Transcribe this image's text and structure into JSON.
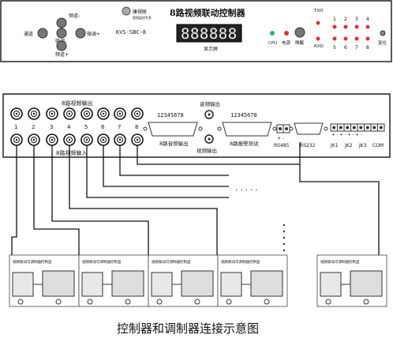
{
  "front_panel": {
    "title": "8路视频联动控制器",
    "model": "KVS-SBC-8",
    "brand": "康視联",
    "brand_sub": "视频监控专家",
    "display_value": "888888",
    "display_label": "显示屏",
    "buttons": {
      "up": "频道-",
      "left": "通道",
      "center": "微调-",
      "right": "微调+",
      "down": "频道+"
    },
    "led_cpu_label": "CPU",
    "power_label": "电源",
    "wake_label": "唤醒",
    "txd_label": "TXD",
    "rxd_label": "RXD",
    "channel_numbers_top": [
      "1",
      "2",
      "3",
      "4"
    ],
    "channel_numbers_bottom": [
      "5",
      "6",
      "7",
      "8"
    ],
    "reset_label": "复位"
  },
  "rear_panel": {
    "video_out_label": "8路视频输出",
    "video_in_label": "8路视频输入",
    "port_numbers": [
      "1",
      "2",
      "3",
      "4",
      "5",
      "6",
      "7",
      "8"
    ],
    "audio_out_top_label": "音频输出",
    "audio_in_db_digits": "12345678",
    "audio_in_db_label": "8路音频输出",
    "video_out2_label": "视频输出",
    "alarm_db_digits": "12345678",
    "alarm_db_label": "8路报警测试",
    "rs485_label": "RS485",
    "rs485_polarity": "+ -",
    "rs232_label": "RS232",
    "relay_labels": [
      "JK1",
      "JK2",
      "JK3",
      "COM"
    ],
    "relay_polarity": "+ - + - + - + -"
  },
  "modulators": [
    {
      "title": "视频联动可调制器控制盒"
    },
    {
      "title": "视频联动可调制器控制盒"
    },
    {
      "title": "视频联动可调制器控制盒"
    },
    {
      "title": "视频联动可调制器控制盒"
    },
    {
      "title": "视频联动可调制器控制盒"
    }
  ],
  "ellipsis": "· · · · ·",
  "caption": "控制器和调制器连接示意图"
}
